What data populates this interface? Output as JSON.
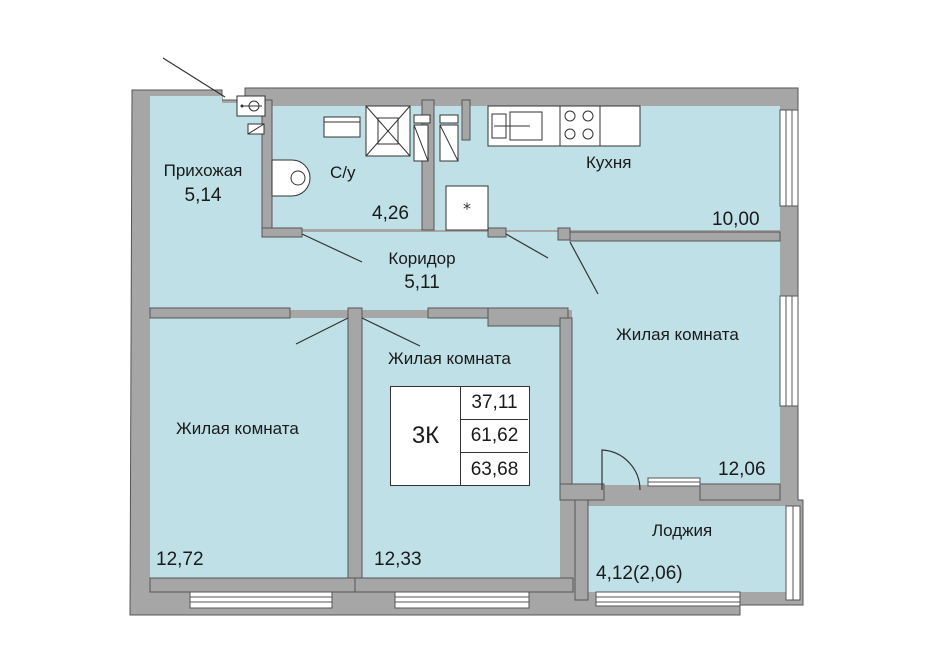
{
  "plan": {
    "colors": {
      "room": "#bfe0e6",
      "wall": "#a6a6a6",
      "wall_edge": "#555555",
      "fixture": "#ffffff"
    },
    "rooms": [
      {
        "key": "hall",
        "name": "Прихожая",
        "area": "5,14"
      },
      {
        "key": "bath",
        "name": "С/у",
        "area": "4,26"
      },
      {
        "key": "kitchen",
        "name": "Кухня",
        "area": "10,00"
      },
      {
        "key": "corridor",
        "name": "Коридор",
        "area": "5,11"
      },
      {
        "key": "living_left",
        "name": "Жилая комната",
        "area": "12,72"
      },
      {
        "key": "living_mid",
        "name": "Жилая комната",
        "area": "12,33"
      },
      {
        "key": "living_right",
        "name": "Жилая комната",
        "area": "12,06"
      },
      {
        "key": "loggia",
        "name": "Лоджия",
        "area": "4,12(2,06)"
      }
    ],
    "summary": {
      "type": "3К",
      "living_area": "37,11",
      "total_area": "61,62",
      "total_with_loggia": "63,68"
    }
  }
}
